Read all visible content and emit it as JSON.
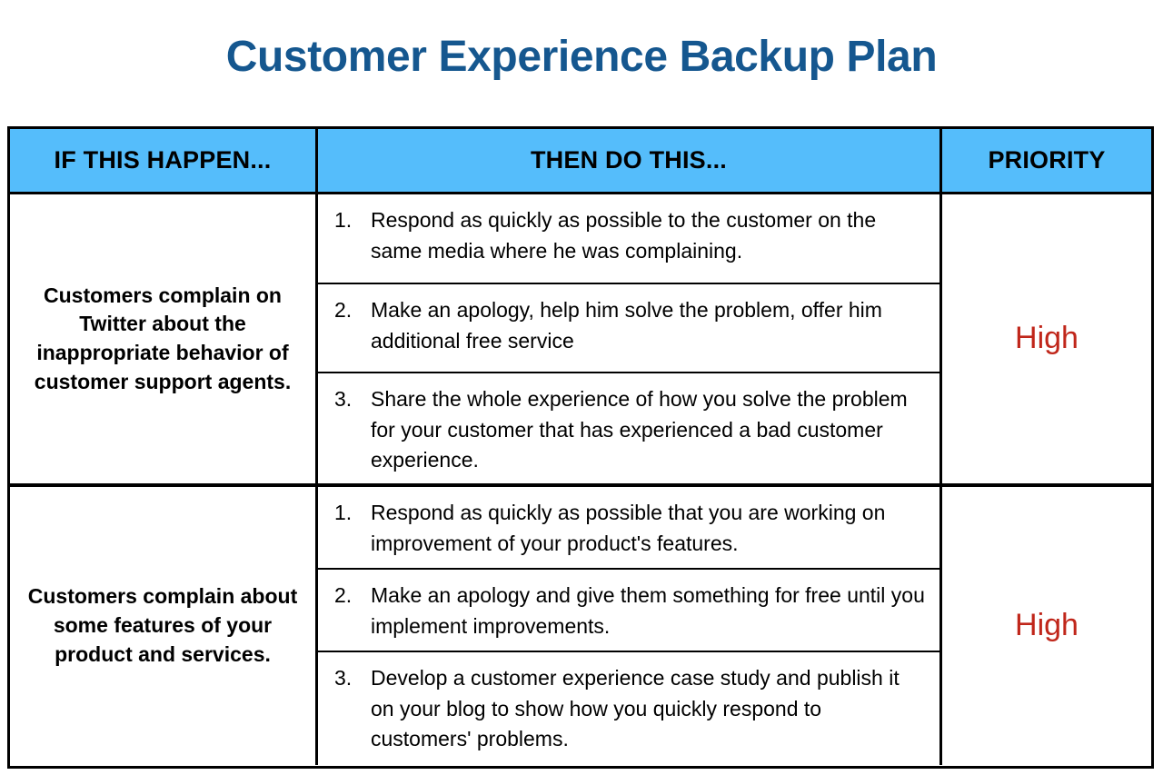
{
  "document": {
    "title": "Customer Experience Backup Plan",
    "title_color": "#15578f",
    "header_bg_color": "#55bdfb",
    "priority_color": "#c0261a"
  },
  "table": {
    "headers": {
      "if": "IF THIS HAPPEN...",
      "then": "THEN DO THIS...",
      "priority": "PRIORITY"
    },
    "rows": [
      {
        "situation": "Customers complain on Twitter about the inappropriate behavior of customer support agents.",
        "actions": [
          {
            "num": "1.",
            "text": "Respond as quickly as possible to the customer on the same media where he was complaining."
          },
          {
            "num": "2.",
            "text": "Make an apology, help him solve the problem, offer him additional free service"
          },
          {
            "num": "3.",
            "text": "Share the whole experience of how you solve the problem for your customer that has experienced a bad customer experience."
          }
        ],
        "priority": "High"
      },
      {
        "situation": "Customers complain about some features of your product and services.",
        "actions": [
          {
            "num": "1.",
            "text": "Respond as quickly as possible that you are working on improvement of your product's features."
          },
          {
            "num": "2.",
            "text": "Make an apology and give them something for free until you implement improvements."
          },
          {
            "num": "3.",
            "text": "Develop a customer experience case study and publish it on your blog to show how you quickly respond to customers' problems."
          }
        ],
        "priority": "High"
      }
    ]
  }
}
